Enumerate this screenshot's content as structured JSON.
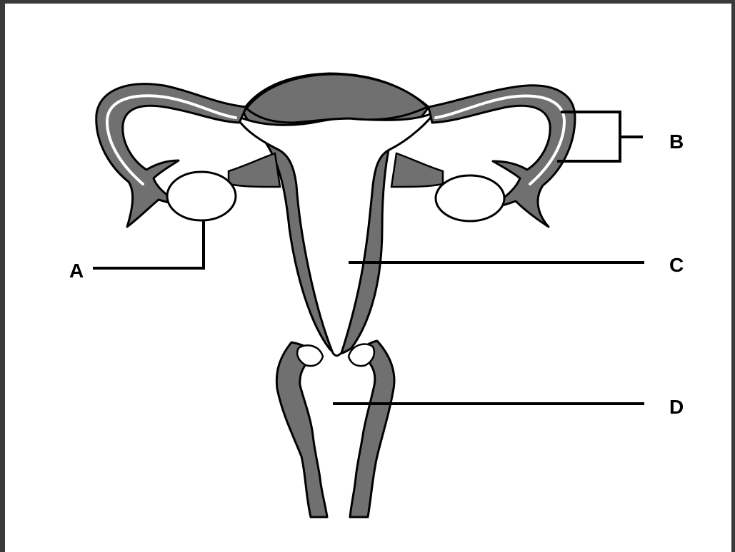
{
  "diagram": {
    "labels": {
      "a": "A",
      "b": "B",
      "c": "C",
      "d": "D"
    },
    "colors": {
      "tissue": "#707070",
      "outline": "#000000",
      "background": "#ffffff",
      "frame": "#3a3a3a"
    }
  }
}
